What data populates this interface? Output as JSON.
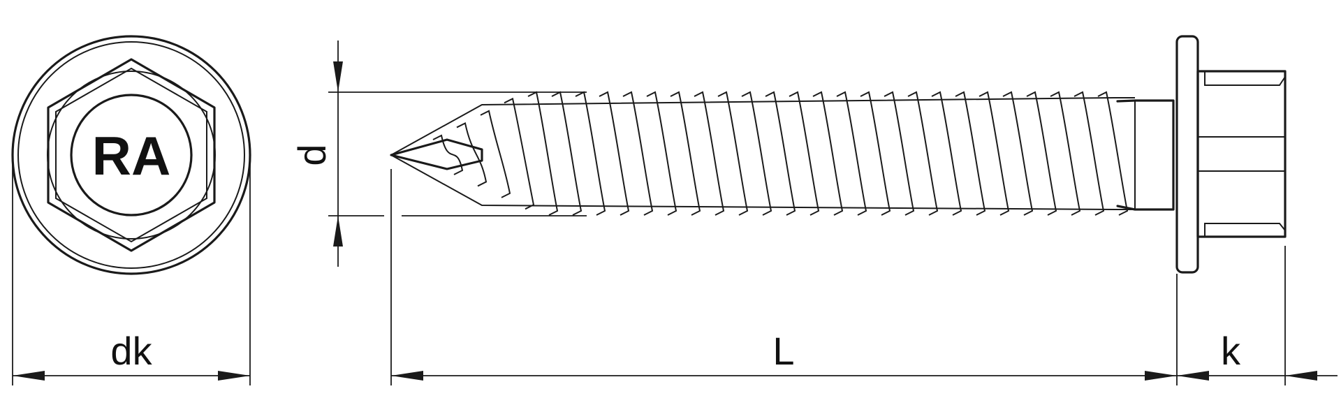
{
  "colors": {
    "line": "#1a1a1a",
    "background": "#ffffff"
  },
  "head_marking": "RA",
  "dimensions": {
    "head_diameter": "dk",
    "thread_diameter": "d",
    "length": "L",
    "head_height": "k"
  }
}
